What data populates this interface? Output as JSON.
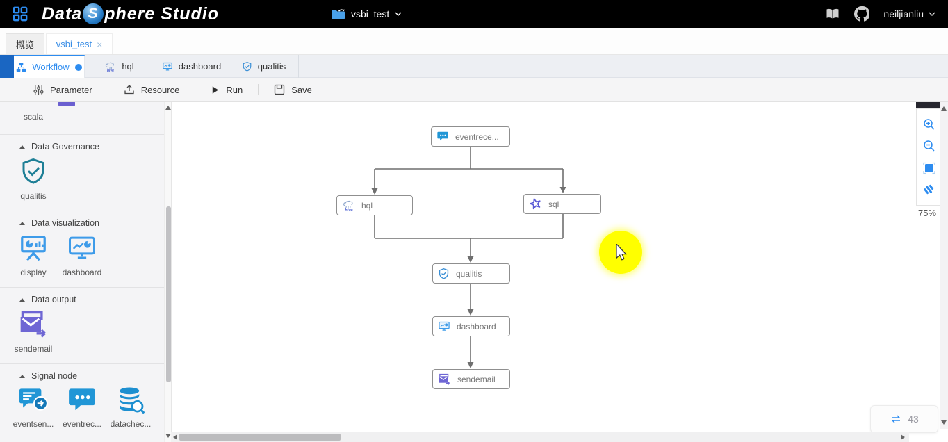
{
  "header": {
    "logo": {
      "prefix": "Data",
      "sphere_letter": "S",
      "suffix": "phere Studio"
    },
    "project": {
      "label": "vsbi_test"
    },
    "user": {
      "name": "neiljianliu"
    }
  },
  "page_tabs": {
    "overview": {
      "label": "概览"
    },
    "active": {
      "label": "vsbi_test",
      "close_glyph": "×"
    }
  },
  "workflow_tabs": [
    {
      "label": "Workflow",
      "icon": "workflow-tree-icon",
      "active": true
    },
    {
      "label": "hql",
      "icon": "hive-icon"
    },
    {
      "label": "dashboard",
      "icon": "dashboard-icon"
    },
    {
      "label": "qualitis",
      "icon": "shield-check-icon"
    }
  ],
  "toolbar": {
    "parameter": "Parameter",
    "resource": "Resource",
    "run": "Run",
    "save": "Save"
  },
  "sidebar": {
    "partial_item_label": "scala",
    "sections": [
      {
        "title": "Data Governance",
        "items": [
          {
            "label": "qualitis",
            "icon": "shield-check-icon"
          }
        ]
      },
      {
        "title": "Data visualization",
        "items": [
          {
            "label": "display",
            "icon": "display-icon"
          },
          {
            "label": "dashboard",
            "icon": "dashboard-icon"
          }
        ]
      },
      {
        "title": "Data output",
        "items": [
          {
            "label": "sendemail",
            "icon": "sendemail-icon"
          }
        ]
      },
      {
        "title": "Signal node",
        "items": [
          {
            "label": "eventsen...",
            "icon": "event-sender-icon"
          },
          {
            "label": "eventrec...",
            "icon": "event-receiver-icon"
          },
          {
            "label": "datachec...",
            "icon": "data-check-icon"
          }
        ]
      }
    ]
  },
  "canvas": {
    "nodes": [
      {
        "id": "eventrece",
        "label": "eventrece...",
        "icon": "event-receiver-icon"
      },
      {
        "id": "hql",
        "label": "hql",
        "icon": "hive-icon"
      },
      {
        "id": "sql",
        "label": "sql",
        "icon": "spark-icon"
      },
      {
        "id": "qualitis",
        "label": "qualitis",
        "icon": "shield-check-icon"
      },
      {
        "id": "dashboard",
        "label": "dashboard",
        "icon": "dashboard-icon"
      },
      {
        "id": "sendemail",
        "label": "sendemail",
        "icon": "sendemail-icon"
      }
    ],
    "edges": [
      [
        "eventrece",
        "hql"
      ],
      [
        "eventrece",
        "sql"
      ],
      [
        "hql",
        "qualitis"
      ],
      [
        "sql",
        "qualitis"
      ],
      [
        "qualitis",
        "dashboard"
      ],
      [
        "dashboard",
        "sendemail"
      ]
    ]
  },
  "zoom_controls": {
    "level": "75%"
  },
  "run_count_badge": {
    "count": "43"
  },
  "colors": {
    "accent": "#2d8cf0",
    "header_bg": "#000000",
    "node_purple": "#6e66d4",
    "signal_blue": "#2196d6",
    "qualitis_teal": "#1e7f96",
    "highlight": "#ffff00"
  }
}
